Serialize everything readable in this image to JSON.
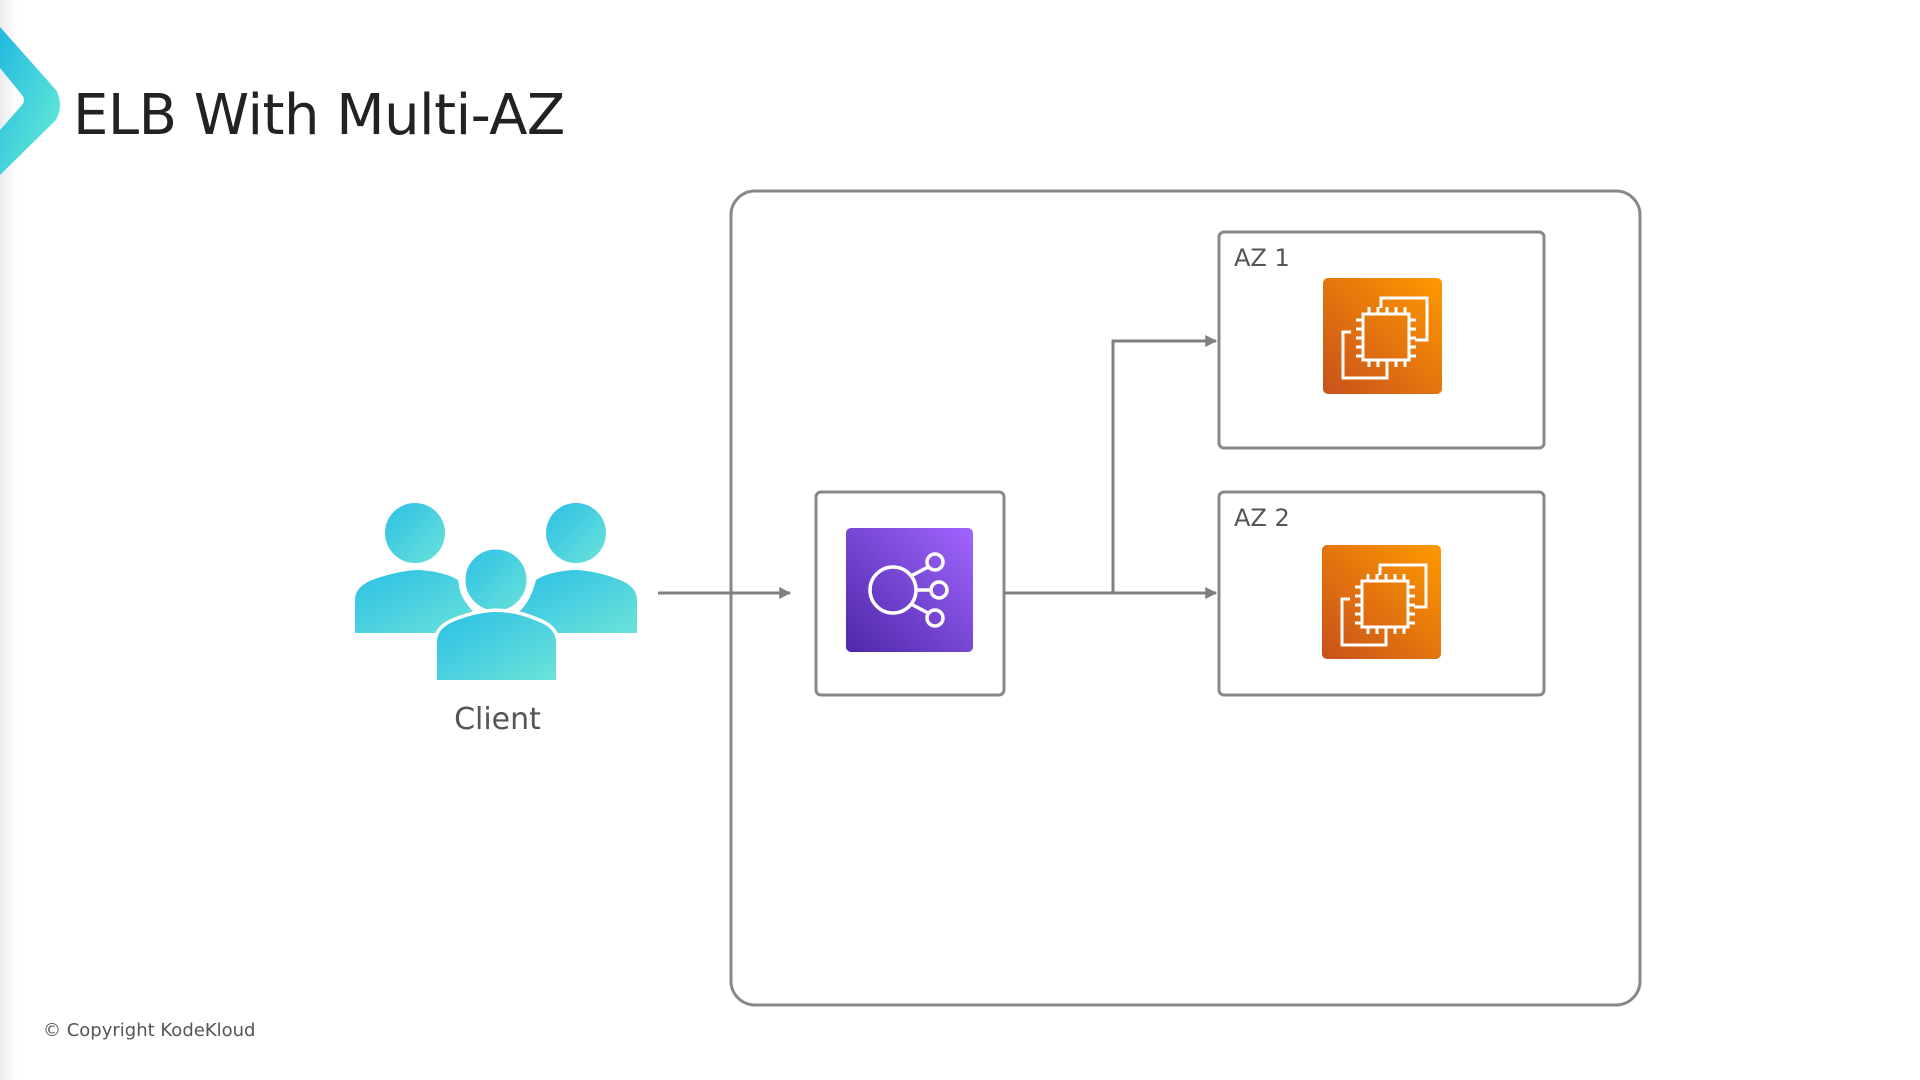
{
  "slide": {
    "title": "ELB With Multi-AZ",
    "copyright": "© Copyright KodeKloud"
  },
  "diagram": {
    "client": {
      "label": "Client",
      "icon": "users-group-icon"
    },
    "load_balancer": {
      "label": "",
      "icon": "elastic-load-balancer-icon"
    },
    "availability_zones": [
      {
        "label": "AZ 1",
        "instance_icon": "ec2-instance-icon"
      },
      {
        "label": "AZ 2",
        "instance_icon": "ec2-instance-icon"
      }
    ],
    "connections": [
      {
        "from": "Client",
        "to": "Load Balancer"
      },
      {
        "from": "Load Balancer",
        "to": "AZ 1"
      },
      {
        "from": "Load Balancer",
        "to": "AZ 2"
      }
    ]
  },
  "colors": {
    "accent_teal": "#2ec4e0",
    "accent_mint": "#62ead6",
    "elb_purple_dark": "#4d27a8",
    "elb_purple_light": "#a166ff",
    "ec2_orange_dark": "#c8511b",
    "ec2_orange_light": "#ff9900",
    "line_gray": "#808080"
  }
}
